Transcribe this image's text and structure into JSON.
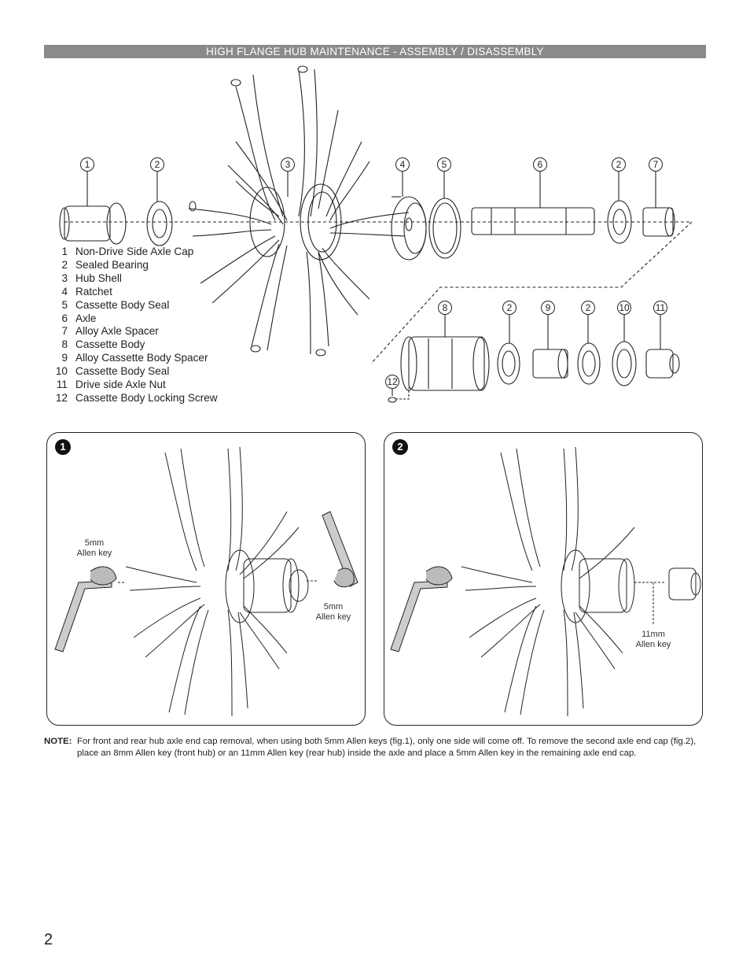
{
  "header": {
    "title": "HIGH FLANGE HUB MAINTENANCE - ASSEMBLY / DISASSEMBLY"
  },
  "callouts_top": [
    "1",
    "2",
    "3",
    "4",
    "5",
    "6",
    "2",
    "7"
  ],
  "callouts_bottom": [
    "8",
    "2",
    "9",
    "2",
    "10",
    "11",
    "12"
  ],
  "parts": [
    {
      "num": "1",
      "name": "Non-Drive Side Axle Cap"
    },
    {
      "num": "2",
      "name": "Sealed Bearing"
    },
    {
      "num": "3",
      "name": "Hub Shell"
    },
    {
      "num": "4",
      "name": "Ratchet"
    },
    {
      "num": "5",
      "name": "Cassette Body Seal"
    },
    {
      "num": "6",
      "name": "Axle"
    },
    {
      "num": "7",
      "name": "Alloy Axle Spacer"
    },
    {
      "num": "8",
      "name": "Cassette Body"
    },
    {
      "num": "9",
      "name": "Alloy Cassette Body Spacer"
    },
    {
      "num": "10",
      "name": "Cassette Body Seal"
    },
    {
      "num": "11",
      "name": "Drive side Axle Nut"
    },
    {
      "num": "12",
      "name": "Cassette Body Locking Screw"
    }
  ],
  "figures": {
    "fig1": {
      "badge": "1",
      "left_key": [
        "5mm",
        "Allen key"
      ],
      "right_key": [
        "5mm",
        "Allen key"
      ]
    },
    "fig2": {
      "badge": "2",
      "right_key": [
        "11mm",
        "Allen key"
      ]
    }
  },
  "note": {
    "head": "NOTE:",
    "body": "For front and rear hub axle end cap removal, when using both 5mm Allen keys (fig.1), only one side will come off. To remove the second axle end cap (fig.2), place an 8mm Allen key (front hub) or an 11mm Allen key (rear hub) inside the axle and place a 5mm Allen key in the remaining axle end cap."
  },
  "page_number": "2"
}
